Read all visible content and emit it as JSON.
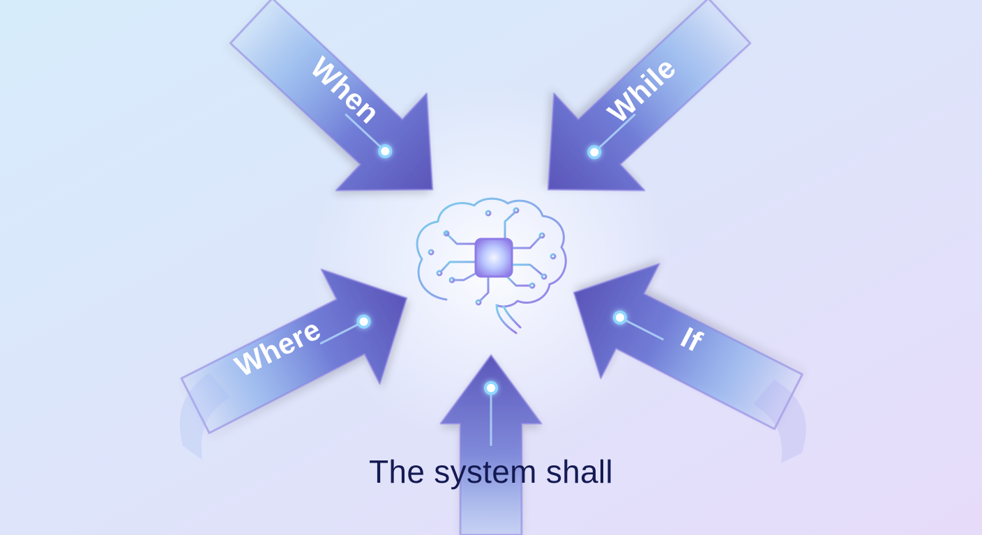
{
  "colors": {
    "background_start": "#d6ecfb",
    "background_end": "#e6dcfa",
    "arrow_dark": "#5a55b9",
    "arrow_light": "#7eabf0",
    "arrow_outline": "#8a7fe0",
    "node_glow": "#8fd6ff",
    "brain_stroke_start": "#7ad1ee",
    "brain_stroke_end": "#9a7ee6",
    "caption": "#141a52"
  },
  "diagram": {
    "center_icon": "brain-circuit-icon",
    "inputs": [
      {
        "id": "when",
        "label": "When"
      },
      {
        "id": "while",
        "label": "While"
      },
      {
        "id": "where",
        "label": "Where"
      },
      {
        "id": "if",
        "label": "If"
      }
    ],
    "output": {
      "id": "system",
      "label": "The system shall"
    }
  }
}
